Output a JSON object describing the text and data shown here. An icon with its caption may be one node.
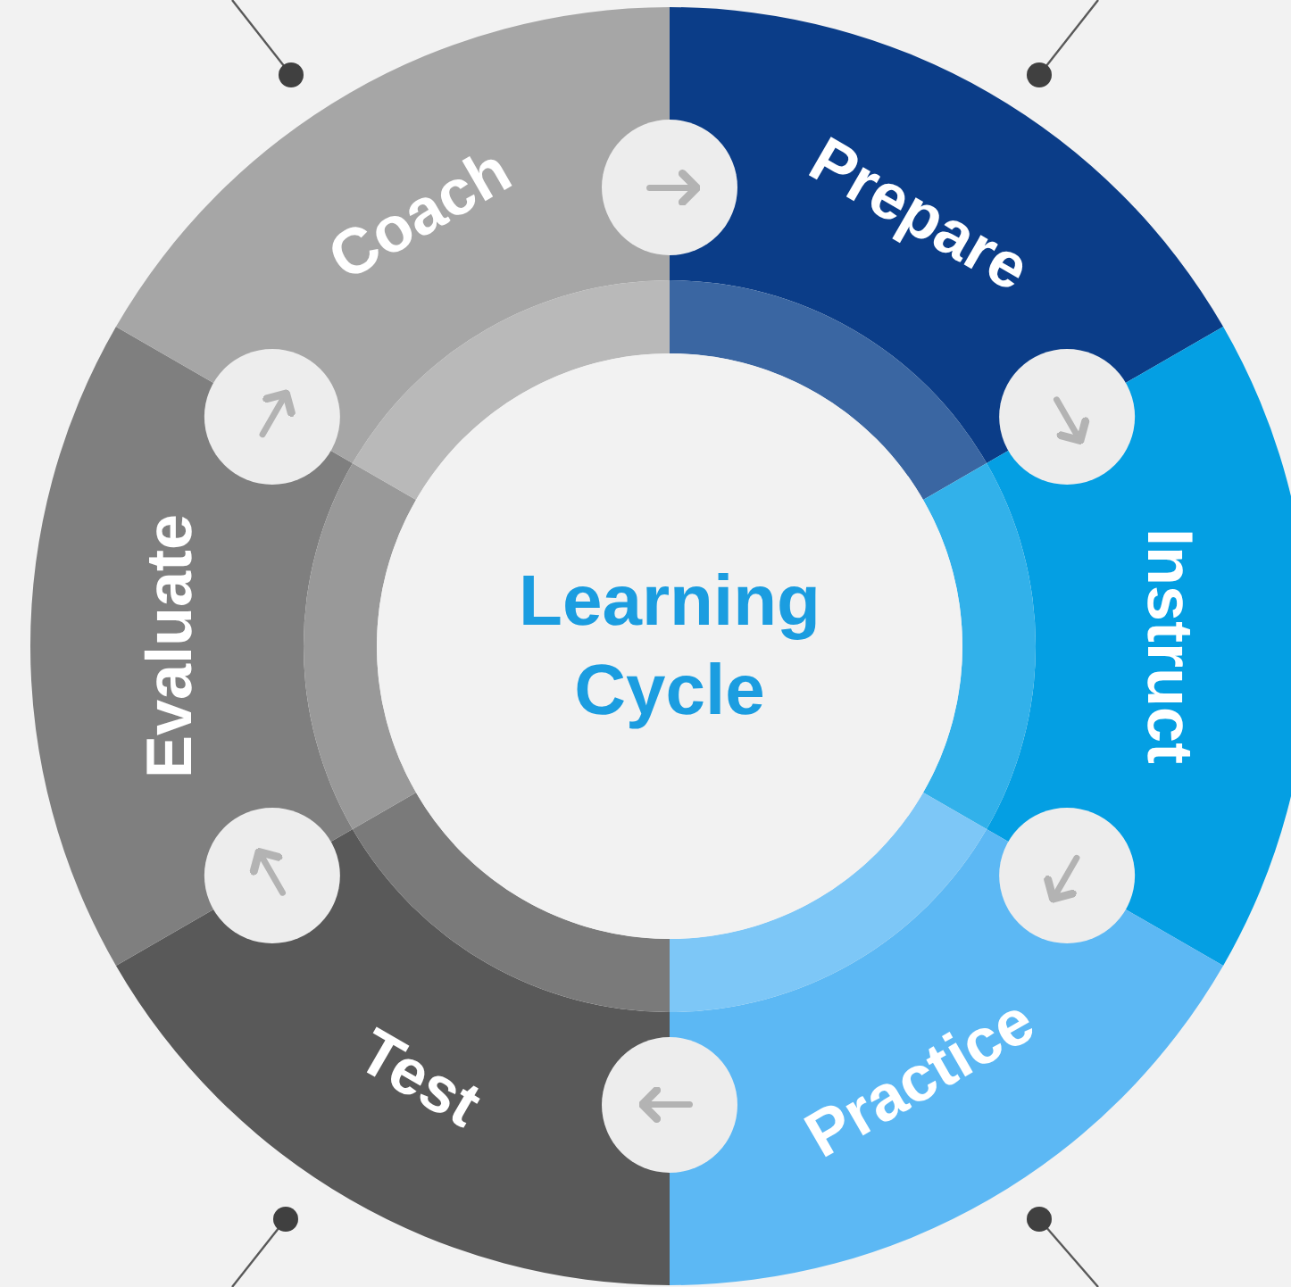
{
  "diagram": {
    "nodes": [
      {
        "text": [
          "Learning Cycle"
        ]
      },
      {
        "text": [
          "Prepare"
        ]
      },
      {
        "text": [
          "Instruct"
        ]
      },
      {
        "text": [
          "Practice"
        ]
      },
      {
        "text": [
          "Test"
        ]
      },
      {
        "text": [
          "Evaluate"
        ]
      },
      {
        "text": [
          "Coach"
        ]
      }
    ],
    "edges": [
      {
        "from": 6,
        "to": 1,
        "arrow": "to"
      },
      {
        "from": 1,
        "to": 2,
        "arrow": "to"
      },
      {
        "from": 2,
        "to": 3,
        "arrow": "to"
      },
      {
        "from": 3,
        "to": 4,
        "arrow": "to"
      },
      {
        "from": 4,
        "to": 5,
        "arrow": "to"
      },
      {
        "from": 5,
        "to": 6,
        "arrow": "to"
      }
    ]
  }
}
